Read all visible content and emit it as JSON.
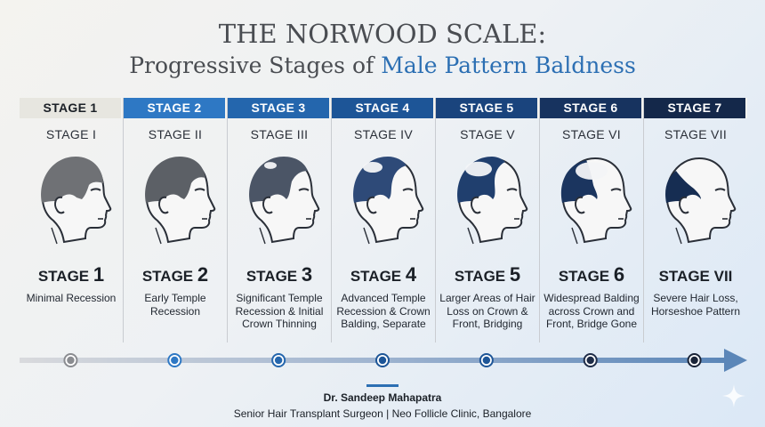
{
  "header": {
    "title": "THE NORWOOD SCALE:",
    "subtitle_prefix": "Progressive Stages of ",
    "subtitle_highlight": "Male Pattern Baldness"
  },
  "colors": {
    "highlight": "#2c6fb3",
    "timeline_arrow": "#5b86b8"
  },
  "stages": [
    {
      "bar_label": "STAGE 1",
      "roman": "STAGE I",
      "big_label": "STAGE",
      "big_num": "1",
      "desc": "Minimal Recession",
      "bar_bg": "#e7e6e0",
      "bar_fg": "#1b2027",
      "hair": "#6f7175",
      "dot": "#8a8c90"
    },
    {
      "bar_label": "STAGE 2",
      "roman": "STAGE II",
      "big_label": "STAGE",
      "big_num": "2",
      "desc": "Early Temple Recession",
      "bar_bg": "#2e78c4",
      "bar_fg": "#ffffff",
      "hair": "#5c6066",
      "dot": "#2e78c4"
    },
    {
      "bar_label": "STAGE 3",
      "roman": "STAGE III",
      "big_label": "STAGE",
      "big_num": "3",
      "desc": "Significant Temple Recession & Initial Crown Thinning",
      "bar_bg": "#2466ad",
      "bar_fg": "#ffffff",
      "hair": "#4b5566",
      "dot": "#2466ad"
    },
    {
      "bar_label": "STAGE 4",
      "roman": "STAGE IV",
      "big_label": "STAGE",
      "big_num": "4",
      "desc": "Advanced Temple Recession & Crown Balding, Separate",
      "bar_bg": "#1d5597",
      "bar_fg": "#ffffff",
      "hair": "#2e4a78",
      "dot": "#1d5597"
    },
    {
      "bar_label": "STAGE 5",
      "roman": "STAGE V",
      "big_label": "STAGE",
      "big_num": "5",
      "desc": "Larger Areas of Hair Loss on Crown & Front, Bridging",
      "bar_bg": "#1a447d",
      "bar_fg": "#ffffff",
      "hair": "#203f6e",
      "dot": "#1d5597"
    },
    {
      "bar_label": "STAGE 6",
      "roman": "STAGE VI",
      "big_label": "STAGE",
      "big_num": "6",
      "desc": "Widespread Balding across Crown and Front, Bridge Gone",
      "bar_bg": "#17335f",
      "bar_fg": "#ffffff",
      "hair": "#1b355f",
      "dot": "#1e2c48"
    },
    {
      "bar_label": "STAGE 7",
      "roman": "STAGE VII",
      "big_label": "STAGE VII",
      "big_num": "",
      "desc": "Severe Hair Loss, Horseshoe Pattern",
      "bar_bg": "#14284a",
      "bar_fg": "#ffffff",
      "hair": "#162d52",
      "dot": "#1a2438"
    }
  ],
  "credit": {
    "name": "Dr. Sandeep Mahapatra",
    "role": "Senior Hair Transplant Surgeon | Neo Follicle Clinic, Bangalore"
  }
}
